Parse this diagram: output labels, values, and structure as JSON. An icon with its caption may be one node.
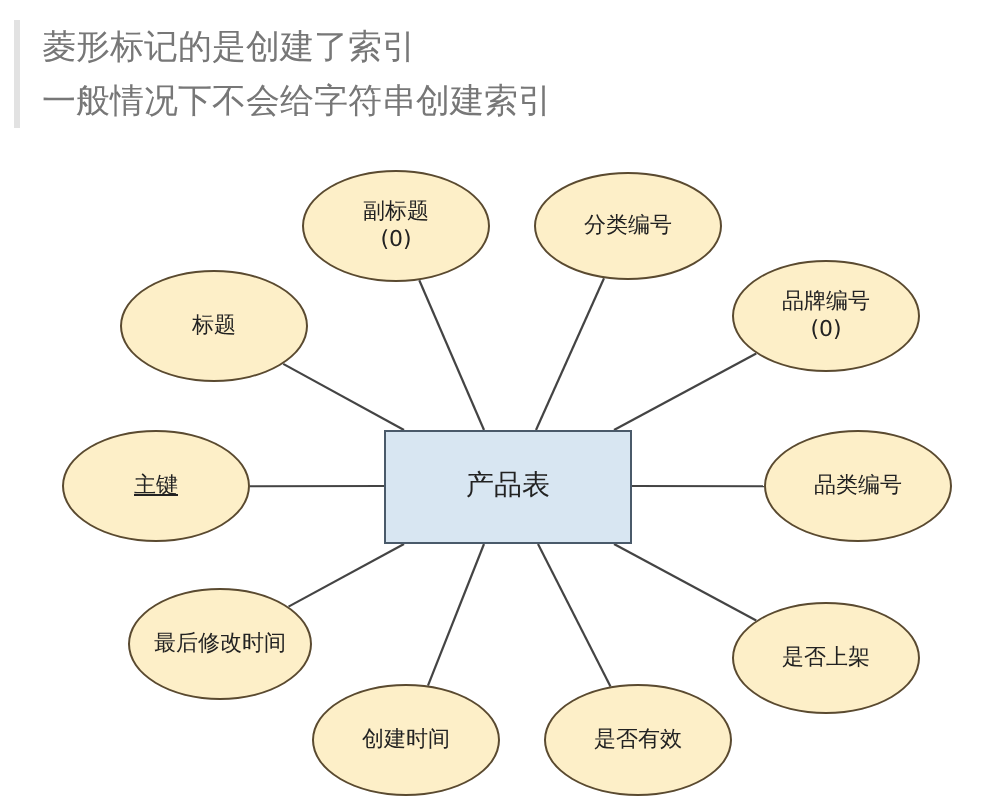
{
  "diagram": {
    "nodes": [
      {
        "text": [
          "产品表"
        ]
      },
      {
        "text": [
          "副标题 (0)"
        ]
      },
      {
        "text": [
          "分类编号"
        ]
      },
      {
        "text": [
          "标题"
        ]
      },
      {
        "text": [
          "品牌编号 (0)"
        ]
      },
      {
        "text": [
          "主键"
        ]
      },
      {
        "text": [
          "品类编号"
        ]
      },
      {
        "text": [
          "最后修改时间"
        ]
      },
      {
        "text": [
          "是否上架"
        ]
      },
      {
        "text": [
          "创建时间"
        ]
      },
      {
        "text": [
          "是否有效"
        ]
      }
    ],
    "edges": [
      {
        "from": 0,
        "to": 1,
        "arrow": "none"
      },
      {
        "from": 0,
        "to": 2,
        "arrow": "none"
      },
      {
        "from": 0,
        "to": 3,
        "arrow": "none"
      },
      {
        "from": 0,
        "to": 4,
        "arrow": "none"
      },
      {
        "from": 0,
        "to": 5,
        "arrow": "none"
      },
      {
        "from": 0,
        "to": 6,
        "arrow": "none"
      },
      {
        "from": 0,
        "to": 7,
        "arrow": "none"
      },
      {
        "from": 0,
        "to": 8,
        "arrow": "none"
      },
      {
        "from": 0,
        "to": 9,
        "arrow": "none"
      },
      {
        "from": 0,
        "to": 10,
        "arrow": "none"
      }
    ],
    "labels": [
      "菱形标记的是创建了索引",
      "一般情况下不会给字符串创建索引"
    ]
  }
}
